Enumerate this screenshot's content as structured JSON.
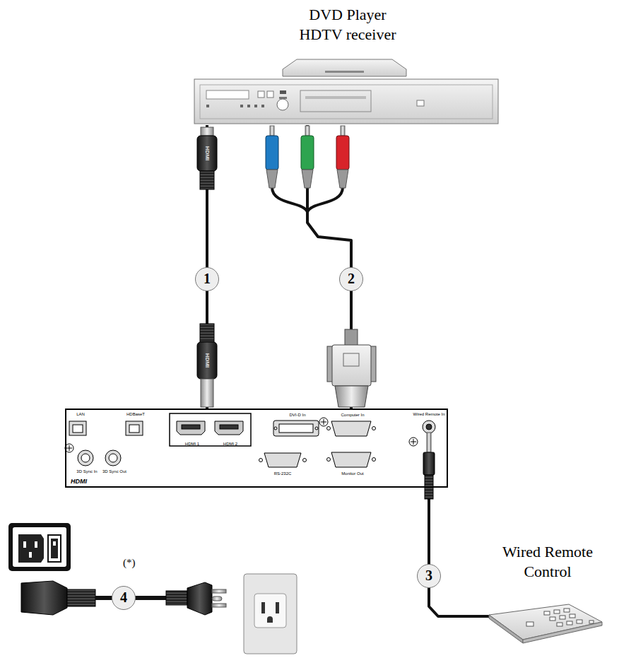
{
  "diagram": {
    "nodes": [
      {
        "text": [
          "DVD Player HDTV receiver"
        ]
      },
      {
        "text": [
          "LAN",
          "HDBaseT",
          "HDMI 1",
          "HDMI 2",
          "DVI-D In",
          "Computer In",
          "Wired Remote In",
          "3D Sync In",
          "3D Sync Out",
          "RS-232C",
          "Monitor Out",
          "HDMI"
        ]
      },
      {
        "text": [
          "Wired Remote Control"
        ]
      }
    ],
    "edges": [
      {
        "from": 0,
        "to": 1,
        "arrow": "none",
        "label": "1"
      },
      {
        "from": 0,
        "to": 1,
        "arrow": "none",
        "label": "2"
      },
      {
        "from": 1,
        "to": 2,
        "arrow": "none",
        "label": "3"
      }
    ],
    "labels": [
      "HDMI",
      "HDMI",
      "4",
      "(*)"
    ]
  }
}
